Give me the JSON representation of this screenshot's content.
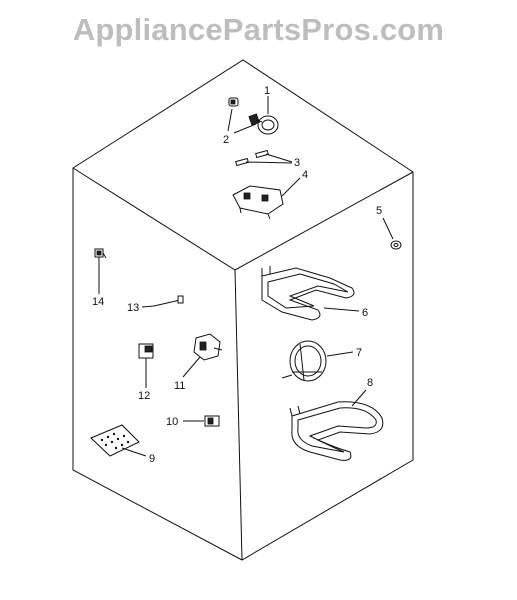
{
  "watermark": "AppliancePartsPros.com",
  "callouts": {
    "c1": "1",
    "c2": "2",
    "c3": "3",
    "c4": "4",
    "c5": "5",
    "c6": "6",
    "c7": "7",
    "c8": "8",
    "c9": "9",
    "c10": "10",
    "c11": "11",
    "c12": "12",
    "c13": "13",
    "c14": "14"
  }
}
